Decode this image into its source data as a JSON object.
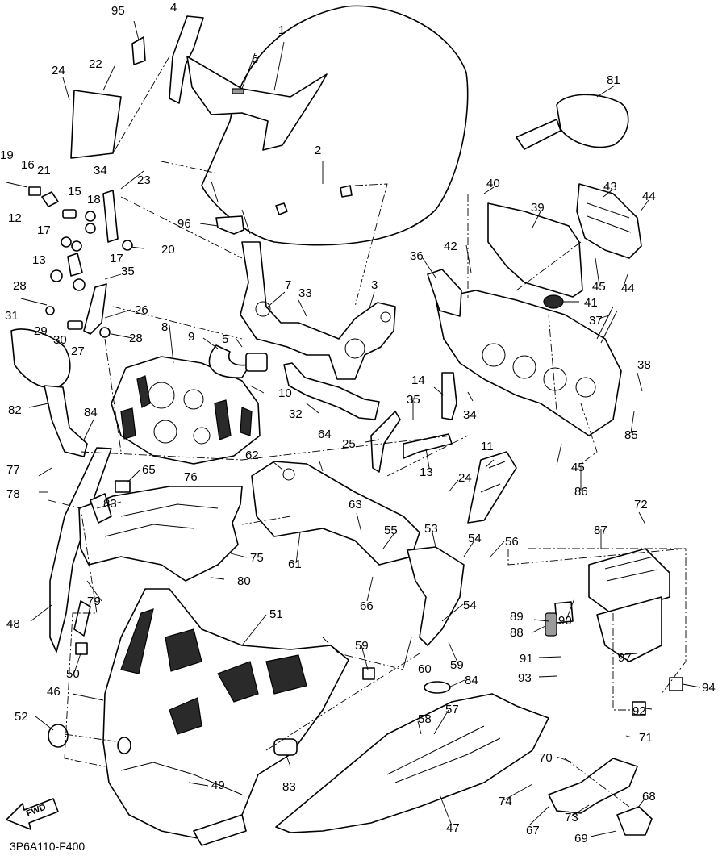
{
  "diagram": {
    "code": "3P6A110-F400",
    "fwd_label": "FWD",
    "callouts": [
      "1",
      "2",
      "3",
      "4",
      "5",
      "6",
      "7",
      "8",
      "9",
      "10",
      "11",
      "12",
      "13",
      "13",
      "14",
      "15",
      "16",
      "17",
      "17",
      "18",
      "19",
      "20",
      "21",
      "22",
      "23",
      "24",
      "24",
      "25",
      "26",
      "27",
      "28",
      "28",
      "29",
      "30",
      "31",
      "32",
      "33",
      "34",
      "34",
      "35",
      "35",
      "36",
      "37",
      "38",
      "39",
      "40",
      "41",
      "42",
      "43",
      "44",
      "44",
      "45",
      "45",
      "46",
      "47",
      "48",
      "49",
      "50",
      "51",
      "52",
      "53",
      "54",
      "54",
      "55",
      "56",
      "57",
      "58",
      "59",
      "59",
      "60",
      "61",
      "62",
      "63",
      "64",
      "65",
      "66",
      "67",
      "68",
      "69",
      "70",
      "71",
      "72",
      "73",
      "74",
      "75",
      "76",
      "77",
      "78",
      "79",
      "80",
      "81",
      "82",
      "83",
      "83",
      "84",
      "84",
      "85",
      "86",
      "87",
      "88",
      "89",
      "90",
      "91",
      "92",
      "93",
      "94",
      "95",
      "96",
      "97"
    ]
  }
}
